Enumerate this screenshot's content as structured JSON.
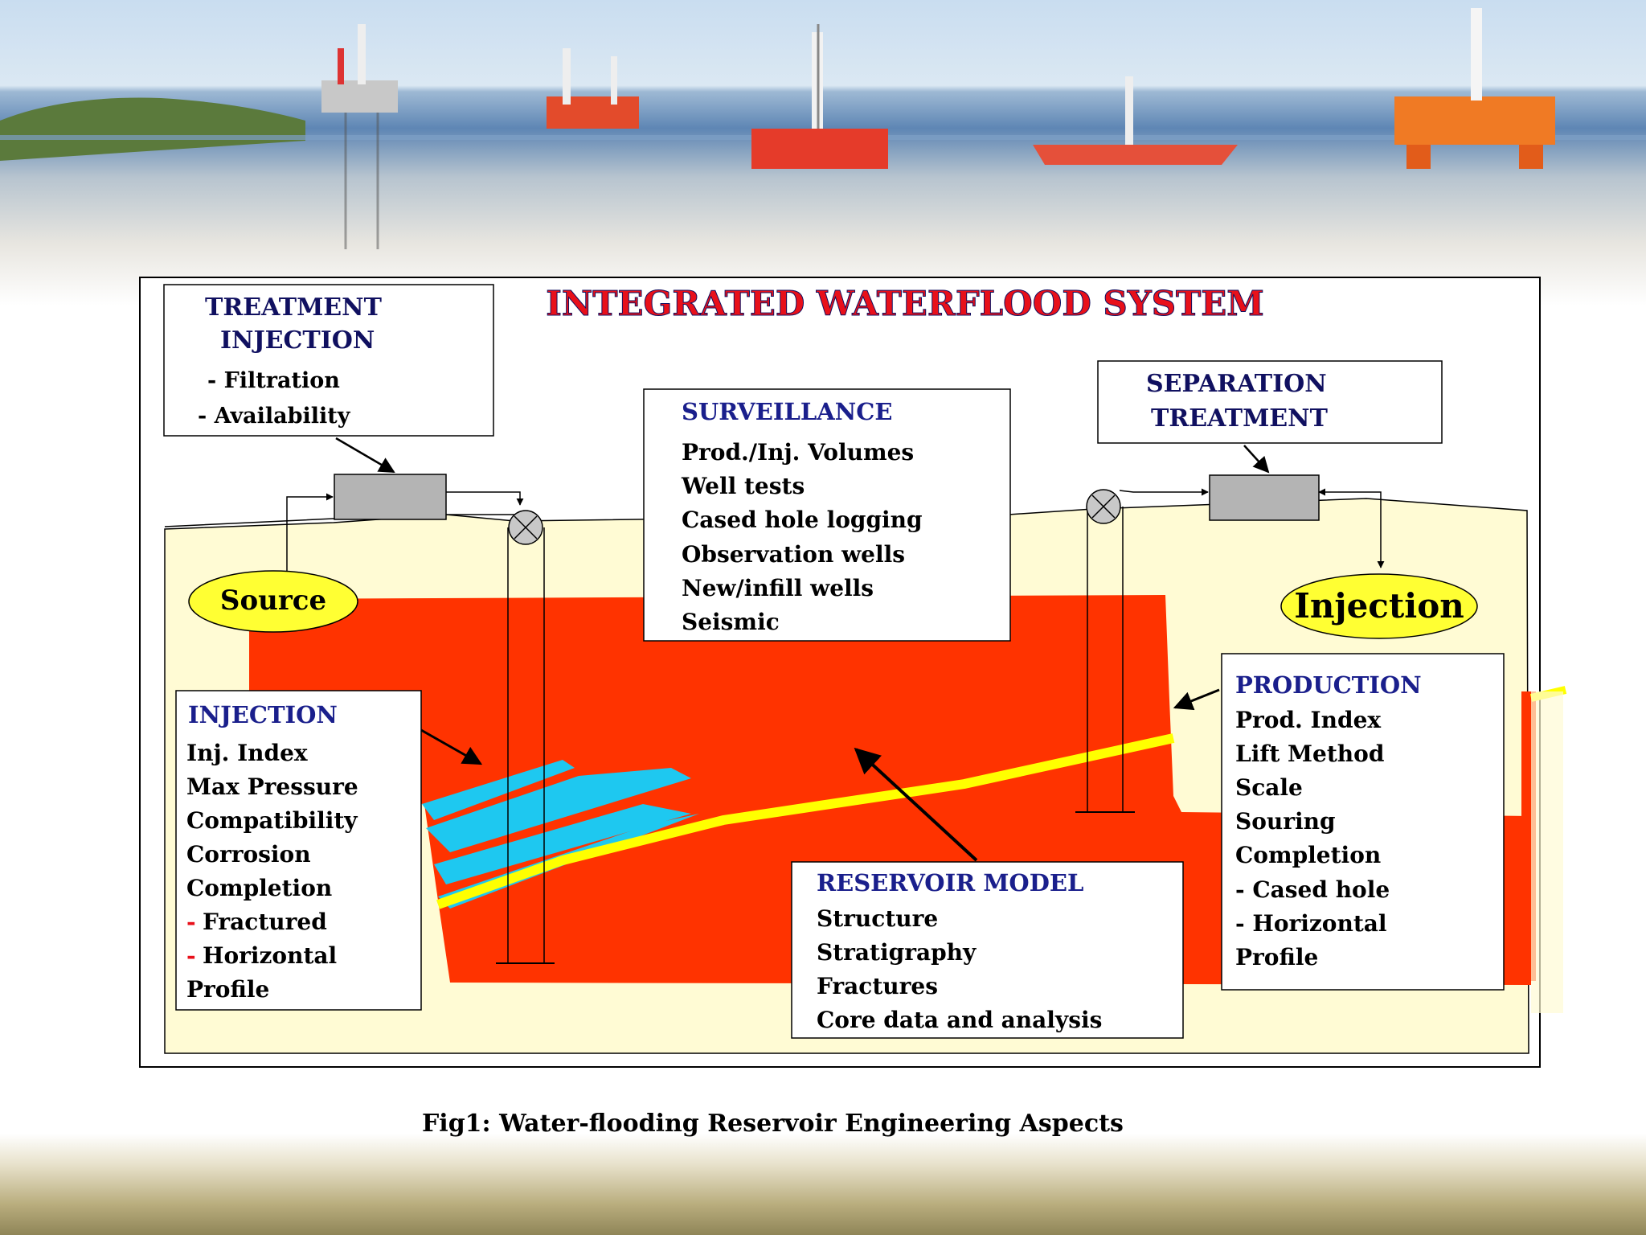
{
  "title": "INTEGRATED WATERFLOOD SYSTEM",
  "treatment_box": {
    "line1": "TREATMENT",
    "line2": "INJECTION",
    "items": [
      "- Filtration",
      "- Availability"
    ]
  },
  "separation_box": {
    "line1": "SEPARATION",
    "line2": "TREATMENT"
  },
  "surveillance_box": {
    "heading": "SURVEILLANCE",
    "items": [
      "Prod./Inj. Volumes",
      "Well tests",
      "Cased hole logging",
      "Observation wells",
      "New/infill wells",
      "Seismic"
    ]
  },
  "source_label": "Source",
  "injection_label": "Injection",
  "injection_box": {
    "heading": "INJECTION",
    "items": [
      "Inj. Index",
      "Max Pressure",
      "Compatibility",
      "Corrosion",
      "Completion"
    ],
    "sub_items": [
      "Fractured",
      "Horizontal"
    ],
    "sub_prefix": "-",
    "last": "Profile"
  },
  "production_box": {
    "heading": "PRODUCTION",
    "items": [
      "Prod. Index",
      "Lift Method",
      "Scale",
      "Souring",
      "Completion",
      "- Cased hole",
      "- Horizontal",
      "Profile"
    ]
  },
  "reservoir_box": {
    "heading": "RESERVOIR MODEL",
    "items": [
      "Structure",
      "Stratigraphy",
      "Fractures",
      "Core data and analysis"
    ]
  },
  "caption": "Fig1: Water-flooding Reservoir Engineering Aspects",
  "colors": {
    "title_red": "#e8101a",
    "heading_blue": "#1a1f8c",
    "dark_navy": "#101060",
    "reservoir_red": "#ff3300",
    "injected_water": "#1ec8f0",
    "oil_water_contact": "#ffff00",
    "ground_cream": "#fffbd4",
    "ellipse_yellow": "#ffff33",
    "facility_gray": "#b4b4b4"
  }
}
